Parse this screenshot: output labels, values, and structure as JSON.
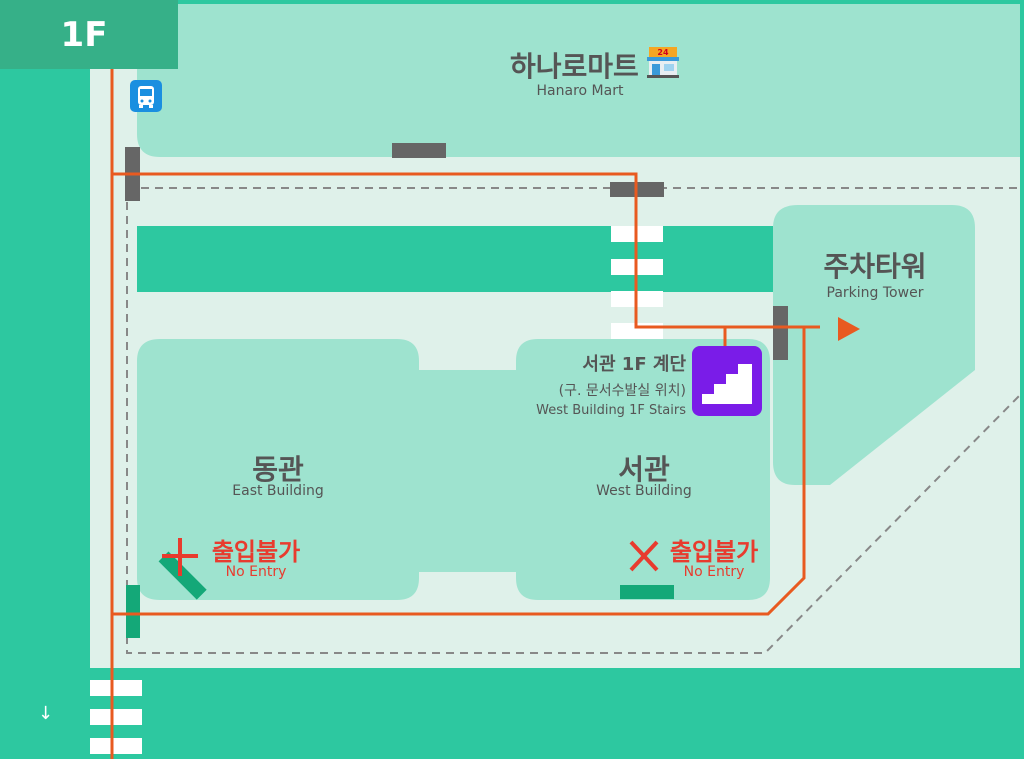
{
  "floor": "1F",
  "mart": {
    "name_ko": "하나로마트",
    "name_en": "Hanaro Mart",
    "badge": "24"
  },
  "parking": {
    "name_ko": "주차타워",
    "name_en": "Parking Tower"
  },
  "stairs": {
    "title_ko": "서관 1F 계단",
    "subtitle_ko": "(구. 문서수발실 위치)",
    "name_en": "West Building 1F Stairs"
  },
  "east_building": {
    "name_ko": "동관",
    "name_en": "East Building"
  },
  "west_building": {
    "name_ko": "서관",
    "name_en": "West Building"
  },
  "no_entry": {
    "ko": "출입불가",
    "en": "No Entry"
  },
  "down_arrow": "↓",
  "icons": [
    "bus-icon",
    "convenience-store-icon",
    "stairs-icon",
    "entrance-open-icon",
    "entrance-closed-icon",
    "route-arrow-icon"
  ],
  "colors": {
    "road": "#2dc8a0",
    "ground": "#dff1ea",
    "building": "#9ee3cf",
    "route": "#e85a20",
    "stairs": "#7a1ce8",
    "no_entry": "#e83b2e",
    "door": "#666666"
  }
}
